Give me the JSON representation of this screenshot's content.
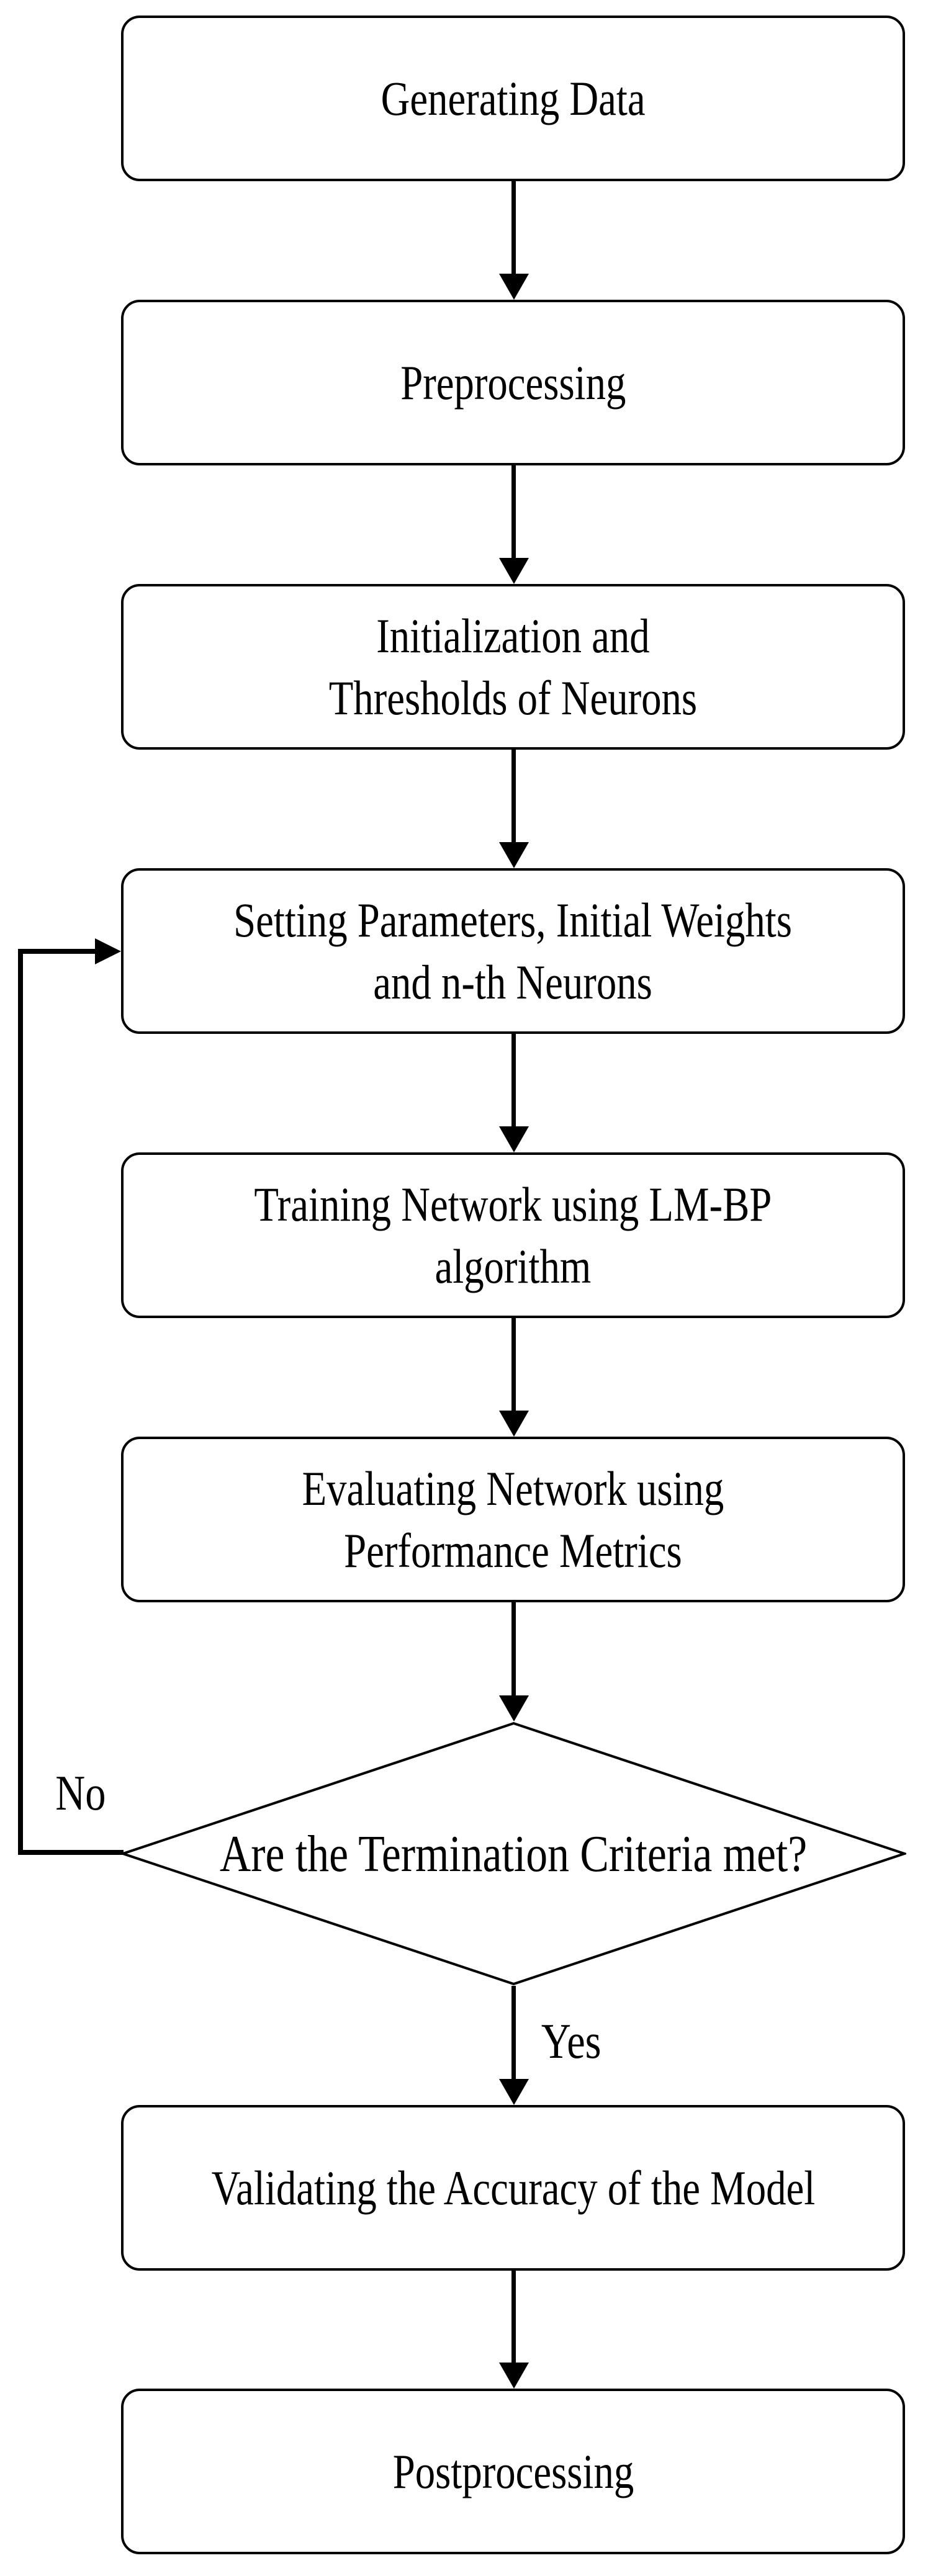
{
  "flowchart": {
    "nodes": {
      "generating": {
        "label": "Generating Data"
      },
      "preprocessing": {
        "label": "Preprocessing"
      },
      "initialization": {
        "line1": "Initialization and",
        "line2": "Thresholds of Neurons"
      },
      "setting": {
        "line1": "Setting Parameters, Initial Weights",
        "line2": "and n-th Neurons"
      },
      "training": {
        "line1": "Training Network using LM-BP",
        "line2": "algorithm"
      },
      "evaluating": {
        "line1": "Evaluating Network using",
        "line2": "Performance Metrics"
      },
      "decision": {
        "label": "Are the Termination Criteria met?"
      },
      "validating": {
        "label": "Validating the Accuracy of the Model"
      },
      "postprocessing": {
        "label": "Postprocessing"
      }
    },
    "edges": {
      "no_label": "No",
      "yes_label": "Yes"
    },
    "colors": {
      "stroke": "#000000",
      "fill": "#ffffff"
    }
  }
}
